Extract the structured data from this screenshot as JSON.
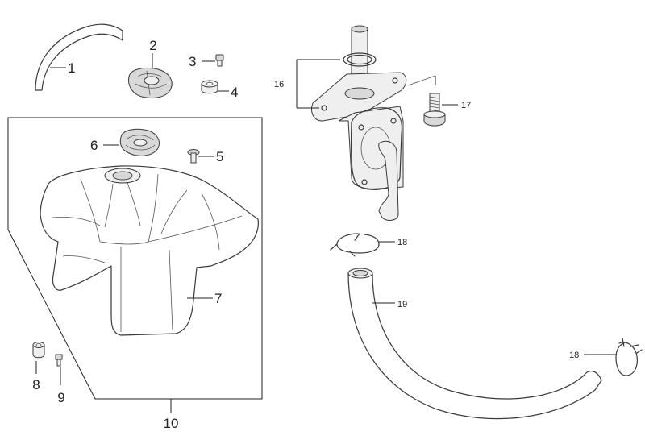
{
  "diagram": {
    "callouts": {
      "c1": "1",
      "c2": "2",
      "c3": "3",
      "c4": "4",
      "c5": "5",
      "c6": "6",
      "c7": "7",
      "c8": "8",
      "c9": "9",
      "c10": "10",
      "c16": "16",
      "c17": "17",
      "c18a": "18",
      "c18b": "18",
      "c19": "19"
    },
    "parts": [
      "breather-hose",
      "fuel-cap",
      "cap-screw",
      "cap-collar",
      "cap-bolt",
      "cap-gasket",
      "fuel-tank",
      "tank-collar",
      "tank-bolt",
      "tank-assembly",
      "fuel-valve",
      "valve-bolt",
      "hose-clamp",
      "fuel-hose"
    ]
  }
}
